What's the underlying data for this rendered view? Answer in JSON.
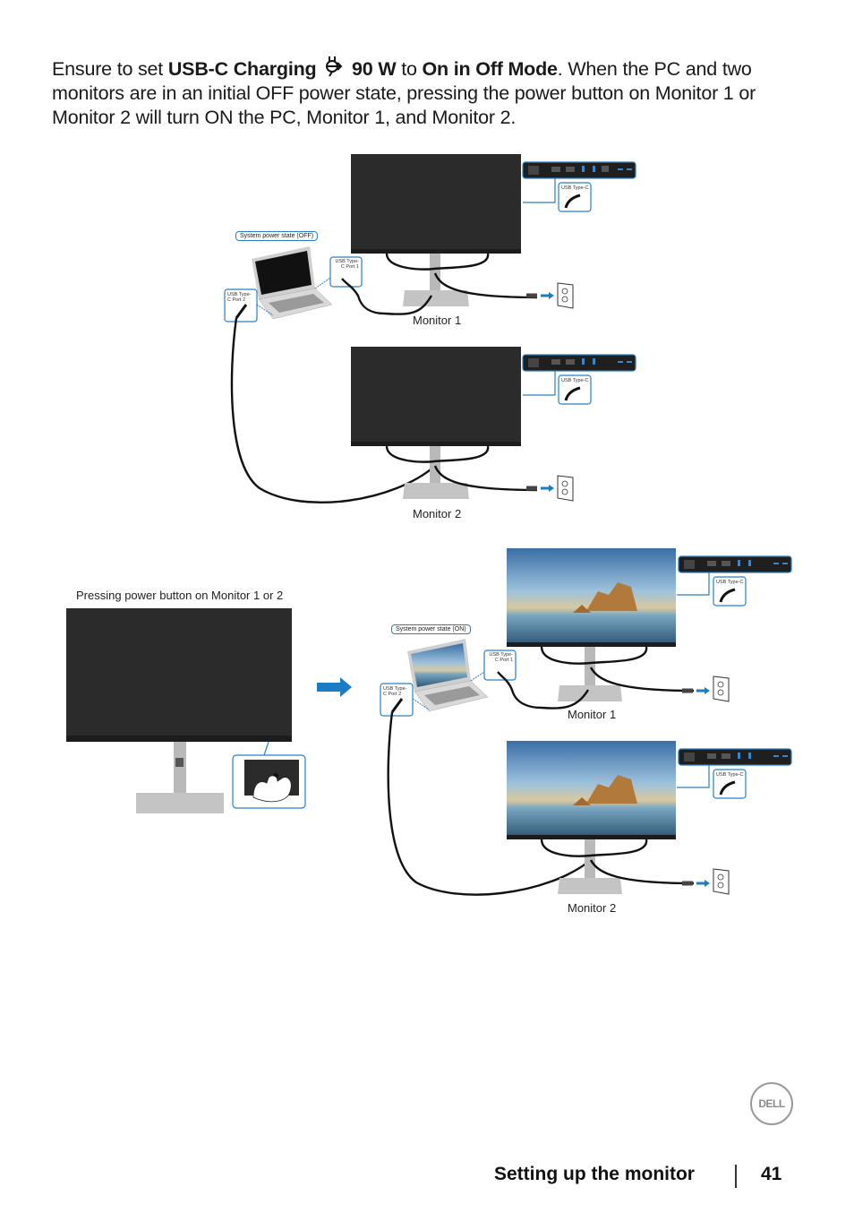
{
  "intro": {
    "p1": "Ensure to set ",
    "b1": "USB-C Charging",
    "icon": "usb-c-charging-icon",
    "b2": "90 W",
    "p2": " to ",
    "b3": "On in Off Mode",
    "p3": ". When the PC and two monitors are in an initial OFF power state, pressing the power button on Monitor 1 or Monitor 2 will turn ON the PC, Monitor 1, and Monitor 2."
  },
  "diagram_off": {
    "system_state": "System power state (OFF)",
    "laptop_port1": "USB Type-C Port 1",
    "laptop_port2": "USB Type-C Port 2",
    "monitor_port": "USB Type-C",
    "monitor1_label": "Monitor 1",
    "monitor2_label": "Monitor 2"
  },
  "press_step": {
    "caption": "Pressing power button on Monitor 1 or 2"
  },
  "diagram_on": {
    "system_state": "System power state (ON)",
    "laptop_port1": "USB Type-C Port 1",
    "laptop_port2": "USB Type-C Port 2",
    "monitor_port": "USB Type-C",
    "monitor1_label": "Monitor 1",
    "monitor2_label": "Monitor 2"
  },
  "colors": {
    "accent_blue": "#1a7dc4",
    "screen_off": "#2b2b2b"
  },
  "footer": {
    "logo": "DELL",
    "section_title": "Setting up the monitor",
    "page_number": "41"
  }
}
